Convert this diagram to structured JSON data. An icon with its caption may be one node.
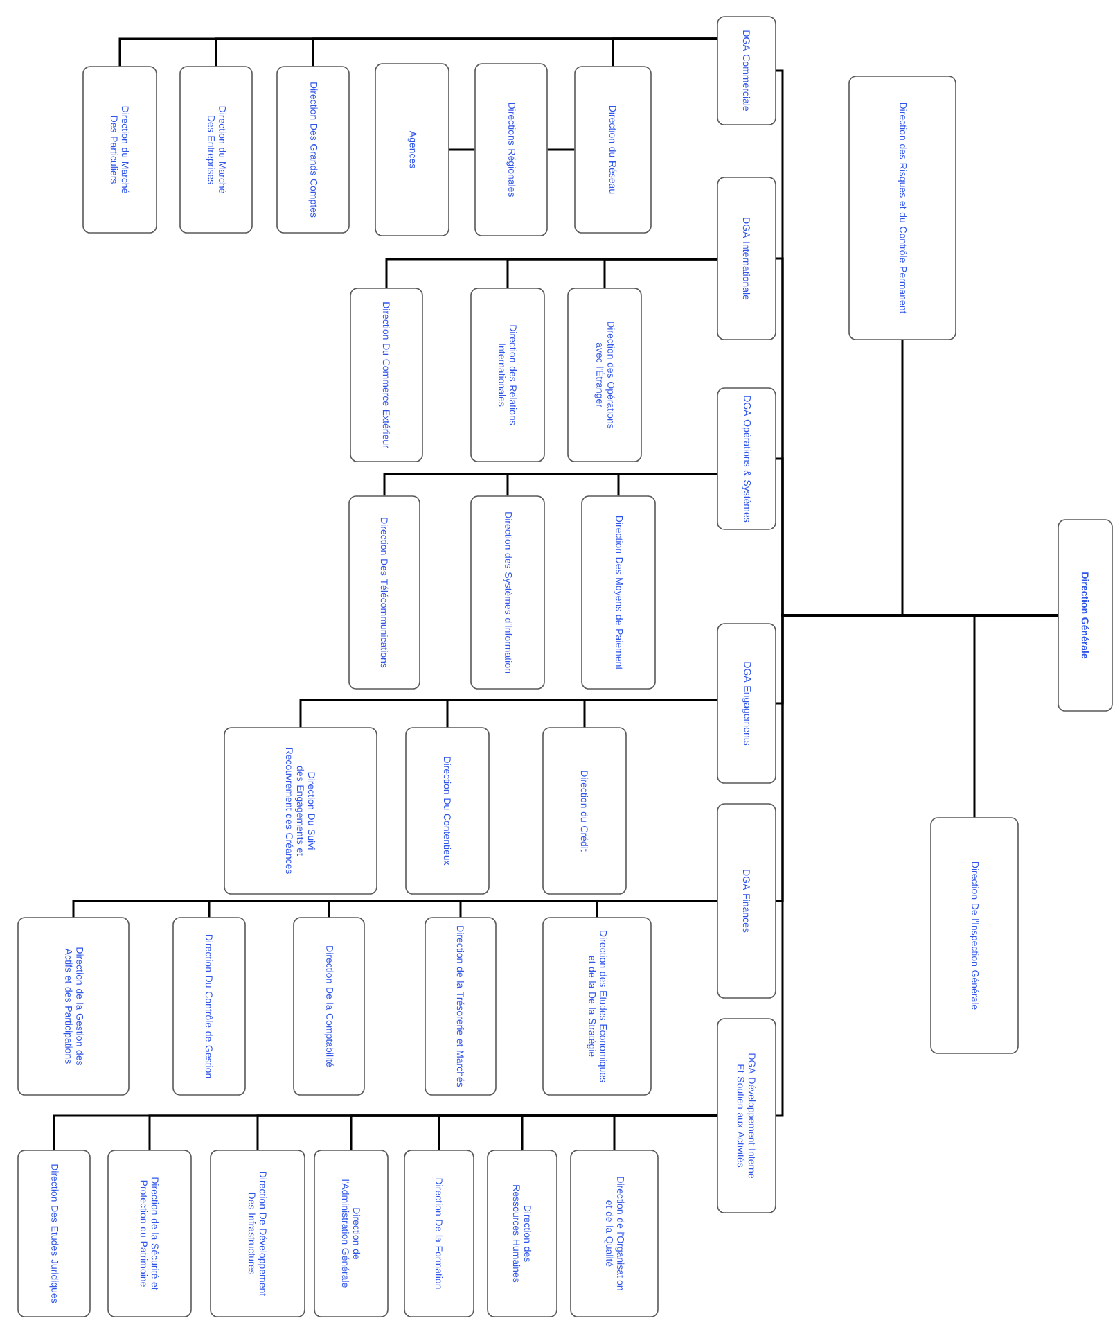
{
  "diagram": {
    "nodes": [
      {
        "text": [
          "Direction Générale"
        ]
      },
      {
        "text": [
          "Direction des Risques et du Contrôle Permanent"
        ]
      },
      {
        "text": [
          "Direction De l'Inspection Générale"
        ]
      },
      {
        "text": [
          "DGA Commerciale"
        ]
      },
      {
        "text": [
          "DGA Internationale"
        ]
      },
      {
        "text": [
          "DGA Opérations & Systèmes"
        ]
      },
      {
        "text": [
          "DGA Engagements"
        ]
      },
      {
        "text": [
          "DGA Finances"
        ]
      },
      {
        "text": [
          "DGA Développement Interne Et Soutien aux Activités"
        ]
      },
      {
        "text": [
          "Direction du Réseau"
        ]
      },
      {
        "text": [
          "Directions Régionales"
        ]
      },
      {
        "text": [
          "Agences"
        ]
      },
      {
        "text": [
          "Direction Des Grands Comptes"
        ]
      },
      {
        "text": [
          "Direction du Marché Des Entreprises"
        ]
      },
      {
        "text": [
          "Direction du Marché Des Particuliers"
        ]
      },
      {
        "text": [
          "Direction des Opérations avec l'Étranger"
        ]
      },
      {
        "text": [
          "Direction des Relations Internationales"
        ]
      },
      {
        "text": [
          "Direction Du Commerce Extérieur"
        ]
      },
      {
        "text": [
          "Direction Des Moyens de Paiement"
        ]
      },
      {
        "text": [
          "Direction des Systèmes d'Information"
        ]
      },
      {
        "text": [
          "Direction Des Télécommunications"
        ]
      },
      {
        "text": [
          "Direction du Crédit"
        ]
      },
      {
        "text": [
          "Direction Du Contentieux"
        ]
      },
      {
        "text": [
          "Direction Du Suivi des Engagements et Recouvrement des Créances"
        ]
      },
      {
        "text": [
          "Direction des Etudes Economiques et de la De la Stratégie"
        ]
      },
      {
        "text": [
          "Direction de la Trésorerie et Marchés"
        ]
      },
      {
        "text": [
          "Direction De la Comptabilité"
        ]
      },
      {
        "text": [
          "Direction Du Contrôle de Gestion"
        ]
      },
      {
        "text": [
          "Direction de la Gestion des Actifs et des Participations"
        ]
      },
      {
        "text": [
          "Direction de l'Organisation et de la Qualité"
        ]
      },
      {
        "text": [
          "Direction des Ressources Humaines"
        ]
      },
      {
        "text": [
          "Direction De la Formation"
        ]
      },
      {
        "text": [
          "Direction de l'Administration Générale"
        ]
      },
      {
        "text": [
          "Direction De Développement Des Infrastructures"
        ]
      },
      {
        "text": [
          "Direction de la Sécurité et Protection du Patrimoine"
        ]
      },
      {
        "text": [
          "Direction Des Etudes Juridiques"
        ]
      }
    ],
    "edges": [
      {
        "from": 0,
        "to": 1,
        "arrow": "none"
      },
      {
        "from": 0,
        "to": 2,
        "arrow": "none"
      },
      {
        "from": 0,
        "to": 3,
        "arrow": "none"
      },
      {
        "from": 0,
        "to": 4,
        "arrow": "none"
      },
      {
        "from": 0,
        "to": 5,
        "arrow": "none"
      },
      {
        "from": 0,
        "to": 6,
        "arrow": "none"
      },
      {
        "from": 0,
        "to": 7,
        "arrow": "none"
      },
      {
        "from": 0,
        "to": 8,
        "arrow": "none"
      },
      {
        "from": 3,
        "to": 9,
        "arrow": "none"
      },
      {
        "from": 9,
        "to": 10,
        "arrow": "none"
      },
      {
        "from": 10,
        "to": 11,
        "arrow": "none"
      },
      {
        "from": 3,
        "to": 12,
        "arrow": "none"
      },
      {
        "from": 3,
        "to": 13,
        "arrow": "none"
      },
      {
        "from": 3,
        "to": 14,
        "arrow": "none"
      },
      {
        "from": 4,
        "to": 15,
        "arrow": "none"
      },
      {
        "from": 4,
        "to": 16,
        "arrow": "none"
      },
      {
        "from": 4,
        "to": 17,
        "arrow": "none"
      },
      {
        "from": 5,
        "to": 18,
        "arrow": "none"
      },
      {
        "from": 5,
        "to": 19,
        "arrow": "none"
      },
      {
        "from": 5,
        "to": 20,
        "arrow": "none"
      },
      {
        "from": 6,
        "to": 21,
        "arrow": "none"
      },
      {
        "from": 6,
        "to": 22,
        "arrow": "none"
      },
      {
        "from": 6,
        "to": 23,
        "arrow": "none"
      },
      {
        "from": 7,
        "to": 24,
        "arrow": "none"
      },
      {
        "from": 7,
        "to": 25,
        "arrow": "none"
      },
      {
        "from": 7,
        "to": 26,
        "arrow": "none"
      },
      {
        "from": 7,
        "to": 27,
        "arrow": "none"
      },
      {
        "from": 7,
        "to": 28,
        "arrow": "none"
      },
      {
        "from": 8,
        "to": 29,
        "arrow": "none"
      },
      {
        "from": 8,
        "to": 30,
        "arrow": "none"
      },
      {
        "from": 8,
        "to": 31,
        "arrow": "none"
      },
      {
        "from": 8,
        "to": 32,
        "arrow": "none"
      },
      {
        "from": 8,
        "to": 33,
        "arrow": "none"
      },
      {
        "from": 8,
        "to": 34,
        "arrow": "none"
      },
      {
        "from": 8,
        "to": 35,
        "arrow": "none"
      }
    ]
  }
}
